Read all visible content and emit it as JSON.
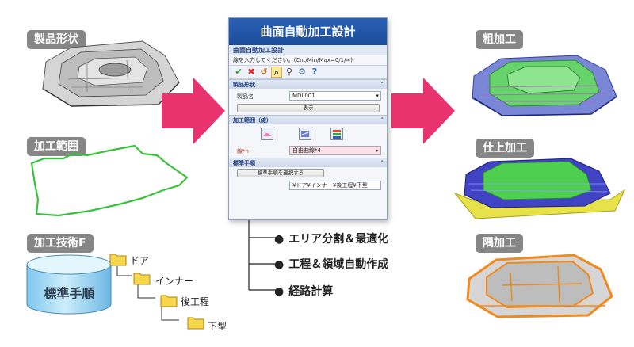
{
  "left": {
    "product_shape": "製品形状",
    "machining_range": "加工範囲",
    "tech_f": "加工技術F",
    "standard_procedure": "標準手順",
    "tree": [
      "ドア",
      "インナー",
      "後工程",
      "下型"
    ]
  },
  "panel": {
    "title": "曲面自動加工設計",
    "subtitle": "曲面自動加工設計",
    "hint": "線を入力してください。(Cnt/Min/Max=0/1/∞)",
    "section_product": "製品形状",
    "product_name_label": "製品名",
    "product_name_value": "MDL001",
    "display_button": "表示",
    "section_range": "加工範囲（線）",
    "line_label": "線*n",
    "line_value": "自由曲線*4",
    "section_procedure": "標準手順",
    "select_procedure_button": "標準手順を選択する",
    "procedure_path": "¥ドア¥インナー¥後工程¥下型"
  },
  "center_bullets": [
    "エリア分割＆最適化",
    "工程＆領域自動作成",
    "経路計算"
  ],
  "right": {
    "rough": "粗加工",
    "finish": "仕上加工",
    "corner": "隅加工"
  }
}
